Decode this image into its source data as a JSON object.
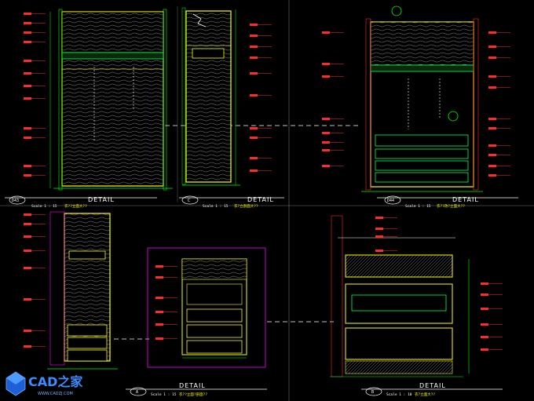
{
  "drawing": {
    "panels": [
      {
        "code": "D43",
        "title": "DETAIL",
        "scale": "Scale 1 : 15",
        "subtitle": "衣??立面大??"
      },
      {
        "code": "C",
        "title": "DETAIL",
        "scale": "Scale 1 : 15",
        "subtitle": "衣?立剖面大??"
      },
      {
        "code": "D44",
        "title": "DETAIL",
        "scale": "Scale 1 : 15",
        "subtitle": "衣??改?立面大??"
      },
      {
        "code": "A",
        "title": "DETAIL",
        "scale": "Scale 1 : 15",
        "subtitle": "衣??立面?剖面??"
      },
      {
        "code": "B",
        "title": "DETAIL",
        "scale": "Scale 1 : 10",
        "subtitle": "衣?立面大??"
      }
    ]
  },
  "watermark": {
    "brand": "CAD之家",
    "url": "WWW.CADZJ.COM"
  },
  "colors": {
    "background": "#000000",
    "cabinet_frame": "#ffff00",
    "annotation": "#ff2a2a",
    "dimension": "#00ff00",
    "section_box": "#ff00ff",
    "wood_grain": "#d8d8d8",
    "centerline": "#ffffff"
  }
}
